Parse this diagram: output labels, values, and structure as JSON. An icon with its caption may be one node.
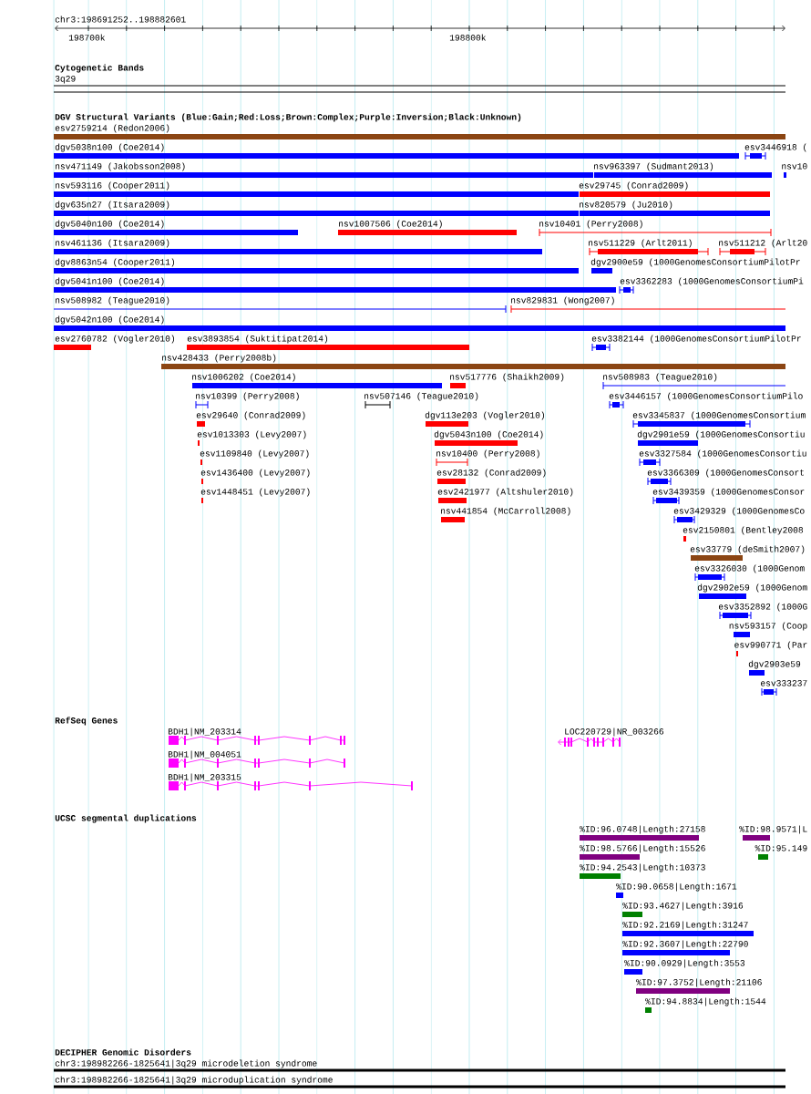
{
  "diagram": {
    "labels": [
      "chr3:198691252..198882601",
      "198700k",
      "198800k",
      "Cytogenetic Bands",
      "3q29",
      "DGV Structural Variants (Blue:Gain;Red:Loss;Brown:Complex;Purple:Inversion;Black:Unknown)",
      "esv2759214 (Redon2006)",
      "dgv5038n100 (Coe2014)",
      "esv3446918 (",
      "nsv471149 (Jakobsson2008)",
      "nsv963397 (Sudmant2013)",
      "nsv10",
      "nsv593116 (Cooper2011)",
      "esv29745 (Conrad2009)",
      "dgv635n27 (Itsara2009)",
      "nsv820579 (Ju2010)",
      "dgv5040n100 (Coe2014)",
      "nsv1007506 (Coe2014)",
      "nsv10401 (Perry2008)",
      "nsv461136 (Itsara2009)",
      "nsv511229 (Arlt2011)",
      "nsv511212 (Arlt20",
      "dgv8863n54 (Cooper2011)",
      "dgv2900e59 (1000GenomesConsortiumPilotPr",
      "dgv5041n100 (Coe2014)",
      "esv3362283 (1000GenomesConsortiumPi",
      "nsv508982 (Teague2010)",
      "nsv829831 (Wong2007)",
      "dgv5042n100 (Coe2014)",
      "esv2760782 (Vogler2010)",
      "esv3893854 (Suktitipat2014)",
      "esv3382144 (1000GenomesConsortiumPilotPr",
      "nsv428433 (Perry2008b)",
      "nsv1006202 (Coe2014)",
      "nsv517776 (Shaikh2009)",
      "nsv508983 (Teague2010)",
      "nsv10399 (Perry2008)",
      "nsv507146 (Teague2010)",
      "esv3446157 (1000GenomesConsortiumPilo",
      "esv29640 (Conrad2009)",
      "dgv113e203 (Vogler2010)",
      "esv3345837 (1000GenomesConsortium",
      "esv1013303 (Levy2007)",
      "dgv5043n100 (Coe2014)",
      "dgv2901e59 (1000GenomesConsortiu",
      "esv1109840 (Levy2007)",
      "nsv10400 (Perry2008)",
      "esv3327584 (1000GenomesConsortiu",
      "esv1436400 (Levy2007)",
      "esv28132 (Conrad2009)",
      "esv3366309 (1000GenomesConsort",
      "esv1448451 (Levy2007)",
      "esv2421977 (Altshuler2010)",
      "esv3439359 (1000GenomesConsor",
      "nsv441854 (McCarroll2008)",
      "esv3429329 (1000GenomesCo",
      "esv2150801 (Bentley2008",
      "esv33779 (deSmith2007)",
      "esv3326030 (1000Genom",
      "dgv2902e59 (1000Genom",
      "esv3352892 (1000G",
      "nsv593157 (Coop",
      "esv990771 (Par",
      "dgv2903e59",
      "esv333237",
      "RefSeq Genes",
      "BDH1|NM_203314",
      "LOC220729|NR_003266",
      "BDH1|NM_004051",
      "BDH1|NM_203315",
      "UCSC segmental duplications",
      "%ID:96.0748|Length:27158",
      "%ID:98.9571|L",
      "%ID:98.5766|Length:15526",
      "%ID:95.149",
      "%ID:94.2543|Length:10373",
      "%ID:90.0658|Length:1671",
      "%ID:93.4627|Length:3916",
      "%ID:92.2169|Length:31247",
      "%ID:92.3607|Length:22790",
      "%ID:90.0929|Length:3553",
      "%ID:97.3752|Length:21106",
      "%ID:94.8834|Length:1544",
      "DECIPHER Genomic Disorders",
      "chr3:198982266-1825641|3q29 microdeletion syndrome",
      "chr3:198982266-1825641|3q29 microduplication syndrome"
    ]
  }
}
